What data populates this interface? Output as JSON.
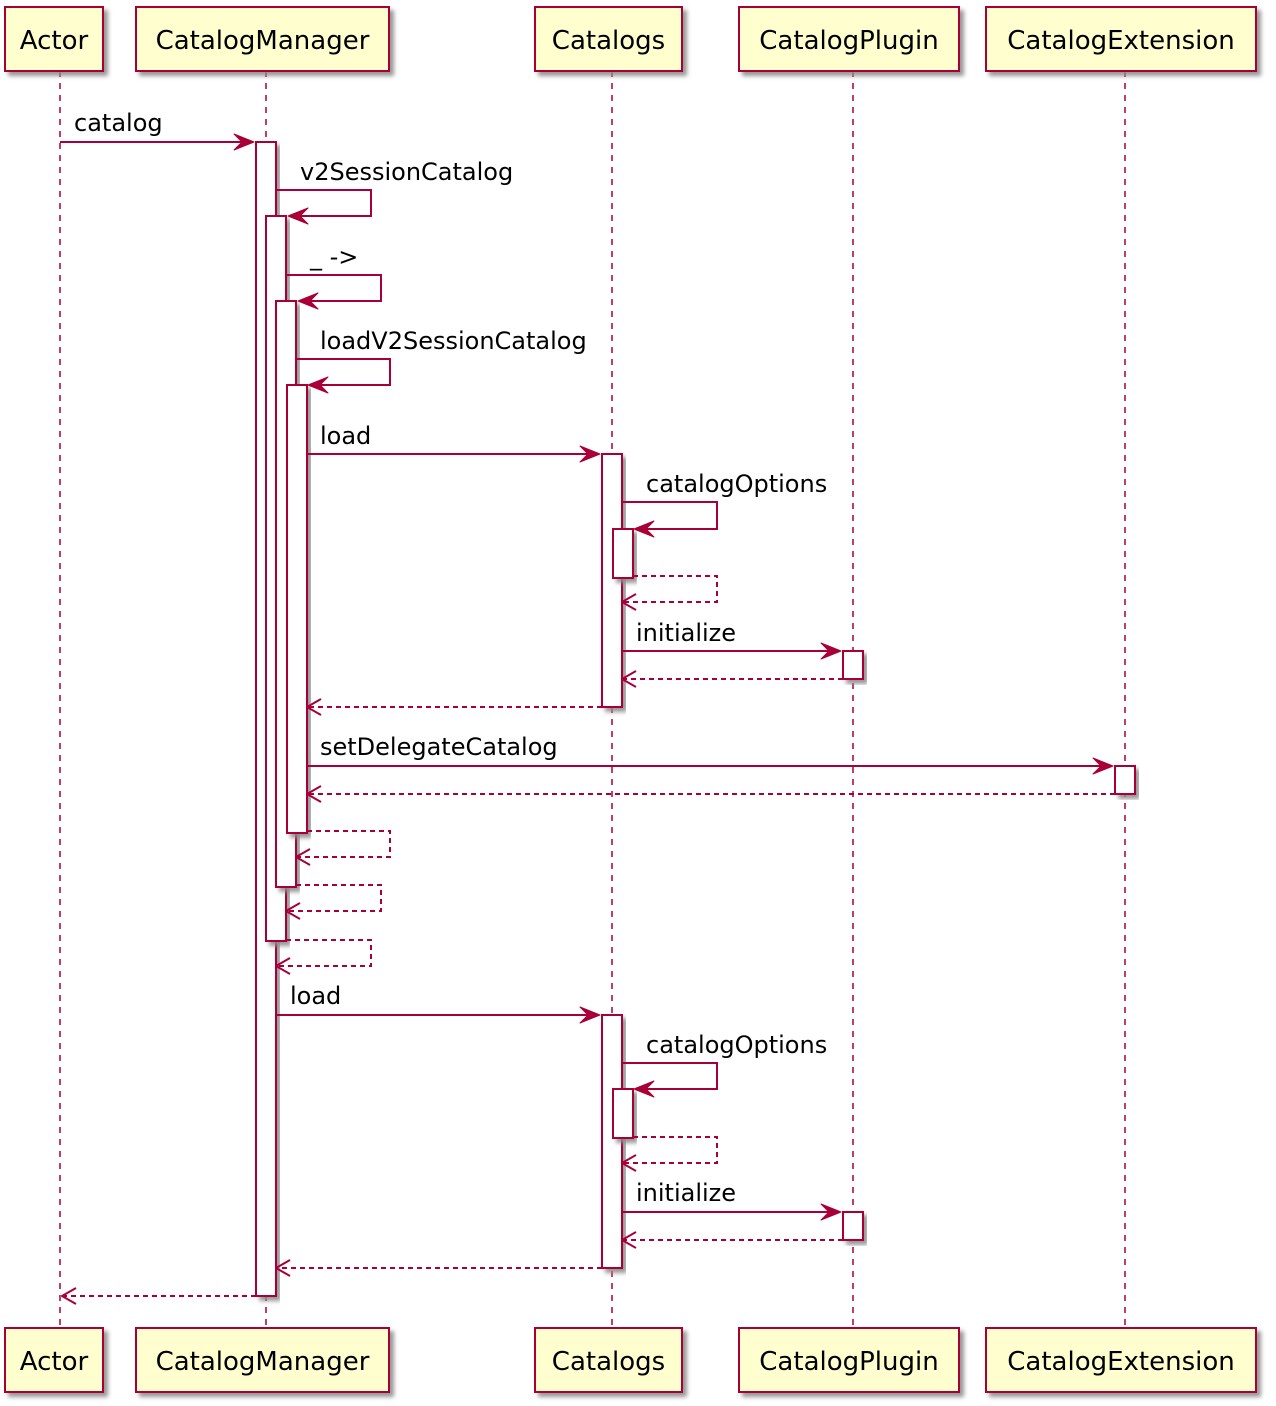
{
  "colors": {
    "line": "#a80036",
    "participant_fill": "#fefece",
    "activation_fill": "#ffffff",
    "shadow": "#8c8c8c",
    "text": "#000000"
  },
  "participants": [
    {
      "id": "actor",
      "label": "Actor"
    },
    {
      "id": "catalog-manager",
      "label": "CatalogManager"
    },
    {
      "id": "catalogs",
      "label": "Catalogs"
    },
    {
      "id": "catalog-plugin",
      "label": "CatalogPlugin"
    },
    {
      "id": "catalog-extension",
      "label": "CatalogExtension"
    }
  ],
  "messages": [
    {
      "kind": "call",
      "from": "actor",
      "to": "catalog-manager",
      "label": "catalog"
    },
    {
      "kind": "self",
      "participant": "catalog-manager",
      "label": "v2SessionCatalog"
    },
    {
      "kind": "self",
      "participant": "catalog-manager",
      "label": "_ ->"
    },
    {
      "kind": "self",
      "participant": "catalog-manager",
      "label": "loadV2SessionCatalog"
    },
    {
      "kind": "call",
      "from": "catalog-manager",
      "to": "catalogs",
      "label": "load"
    },
    {
      "kind": "self",
      "participant": "catalogs",
      "label": "catalogOptions"
    },
    {
      "kind": "self-return",
      "participant": "catalogs",
      "label": ""
    },
    {
      "kind": "call",
      "from": "catalogs",
      "to": "catalog-plugin",
      "label": "initialize"
    },
    {
      "kind": "return",
      "from": "catalog-plugin",
      "to": "catalogs",
      "label": ""
    },
    {
      "kind": "return",
      "from": "catalogs",
      "to": "catalog-manager",
      "label": ""
    },
    {
      "kind": "call",
      "from": "catalog-manager",
      "to": "catalog-extension",
      "label": "setDelegateCatalog"
    },
    {
      "kind": "return",
      "from": "catalog-extension",
      "to": "catalog-manager",
      "label": ""
    },
    {
      "kind": "self-return",
      "participant": "catalog-manager",
      "label": ""
    },
    {
      "kind": "self-return",
      "participant": "catalog-manager",
      "label": ""
    },
    {
      "kind": "self-return",
      "participant": "catalog-manager",
      "label": ""
    },
    {
      "kind": "call",
      "from": "catalog-manager",
      "to": "catalogs",
      "label": "load"
    },
    {
      "kind": "self",
      "participant": "catalogs",
      "label": "catalogOptions"
    },
    {
      "kind": "self-return",
      "participant": "catalogs",
      "label": ""
    },
    {
      "kind": "call",
      "from": "catalogs",
      "to": "catalog-plugin",
      "label": "initialize"
    },
    {
      "kind": "return",
      "from": "catalog-plugin",
      "to": "catalogs",
      "label": ""
    },
    {
      "kind": "return",
      "from": "catalogs",
      "to": "catalog-manager",
      "label": ""
    },
    {
      "kind": "return",
      "from": "catalog-manager",
      "to": "actor",
      "label": ""
    }
  ]
}
